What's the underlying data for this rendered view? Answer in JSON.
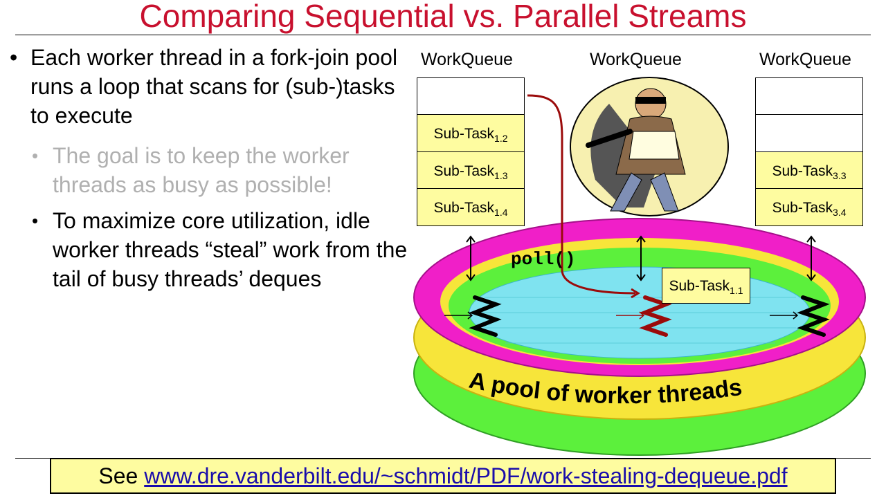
{
  "slide": {
    "title": "Comparing Sequential vs. Parallel Streams",
    "bullet_main": "Each worker thread in a fork-join pool runs a loop that scans for (sub-)tasks to execute",
    "bullet_sub1": "The goal is to keep the worker threads as busy as possible!",
    "bullet_sub2": "To maximize core utilization, idle worker threads “steal” work from the tail of busy threads’ deques",
    "bullet_marker": "•"
  },
  "diagram": {
    "queues": [
      {
        "label": "WorkQueue",
        "cells": [
          "",
          "Sub-Task|1.2",
          "Sub-Task|1.3",
          "Sub-Task|1.4"
        ]
      },
      {
        "label": "WorkQueue",
        "cells": []
      },
      {
        "label": "WorkQueue",
        "cells": [
          "",
          "",
          "Sub-Task|3.3",
          "Sub-Task|3.4"
        ]
      }
    ],
    "stolen_task": {
      "text": "Sub-Task",
      "subscript": "1.1"
    },
    "poll_label": "poll()",
    "pool_caption": "A pool of worker threads",
    "colors": {
      "pool_outer": "#f01fc8",
      "pool_yellow": "#f7e53a",
      "pool_green": "#5cf03c",
      "water": "#7fe3f0",
      "steal_arrow": "#9b0b0b",
      "task_fill": "#fefca0"
    }
  },
  "footer": {
    "prefix": "See ",
    "link_text": "www.dre.vanderbilt.edu/~schmidt/PDF/work-stealing-dequeue.pdf"
  }
}
